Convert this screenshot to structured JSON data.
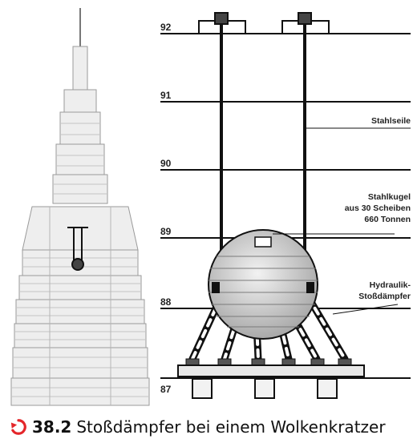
{
  "figure": {
    "floors": [
      "92",
      "91",
      "90",
      "89",
      "88",
      "87"
    ],
    "labels": {
      "cables": "Stahlseile",
      "sphere_line1": "Stahlkugel",
      "sphere_line2": "aus 30 Scheiben",
      "sphere_line3": "660 Tonnen",
      "damper_line1": "Hydraulik-",
      "damper_line2": "Stoßdämpfer"
    },
    "colors": {
      "line": "#111111",
      "building_fill": "#eeeeee",
      "building_stroke": "#999999",
      "sphere_fill": "#cfcfcf"
    }
  },
  "caption": {
    "icon": "return-arrow-icon",
    "icon_color": "#e4262a",
    "number": "38.2",
    "text": "Stoßdämpfer bei einem Wolkenkratzer"
  }
}
